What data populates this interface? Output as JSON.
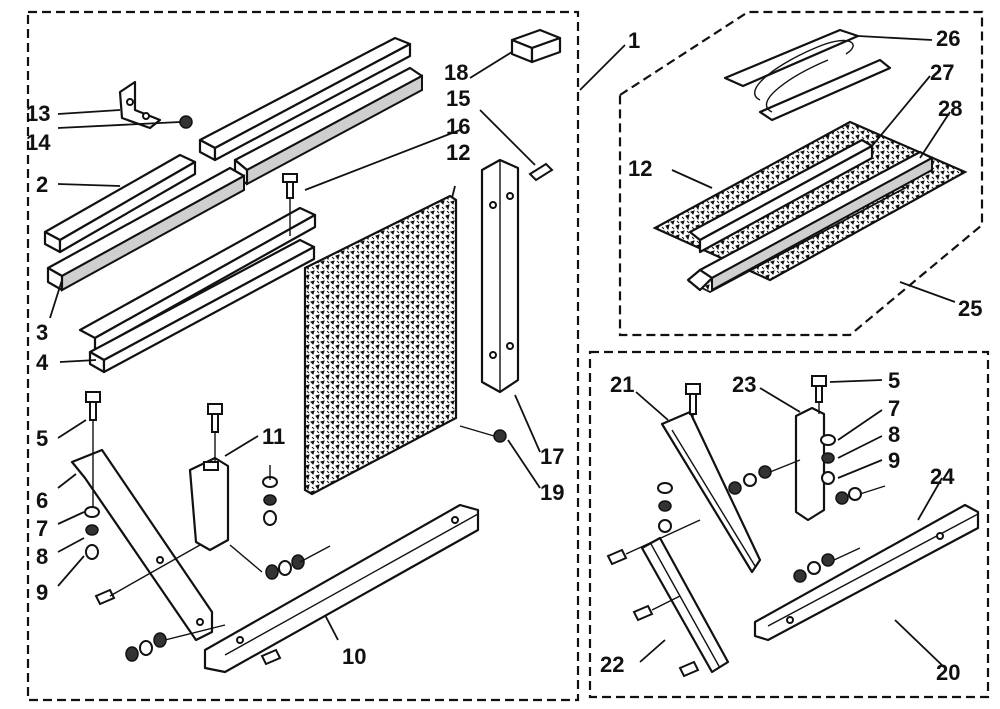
{
  "labels": {
    "n1": "1",
    "n2": "2",
    "n3": "3",
    "n4": "4",
    "n5a": "5",
    "n5b": "5",
    "n6": "6",
    "n7a": "7",
    "n7b": "7",
    "n8a": "8",
    "n8b": "8",
    "n9a": "9",
    "n9b": "9",
    "n10": "10",
    "n11": "11",
    "n12a": "12",
    "n12b": "12",
    "n13": "13",
    "n14": "14",
    "n15": "15",
    "n16": "16",
    "n17": "17",
    "n18": "18",
    "n19": "19",
    "n20": "20",
    "n21": "21",
    "n22": "22",
    "n23": "23",
    "n24": "24",
    "n25": "25",
    "n26": "26",
    "n27": "27",
    "n28": "28"
  }
}
